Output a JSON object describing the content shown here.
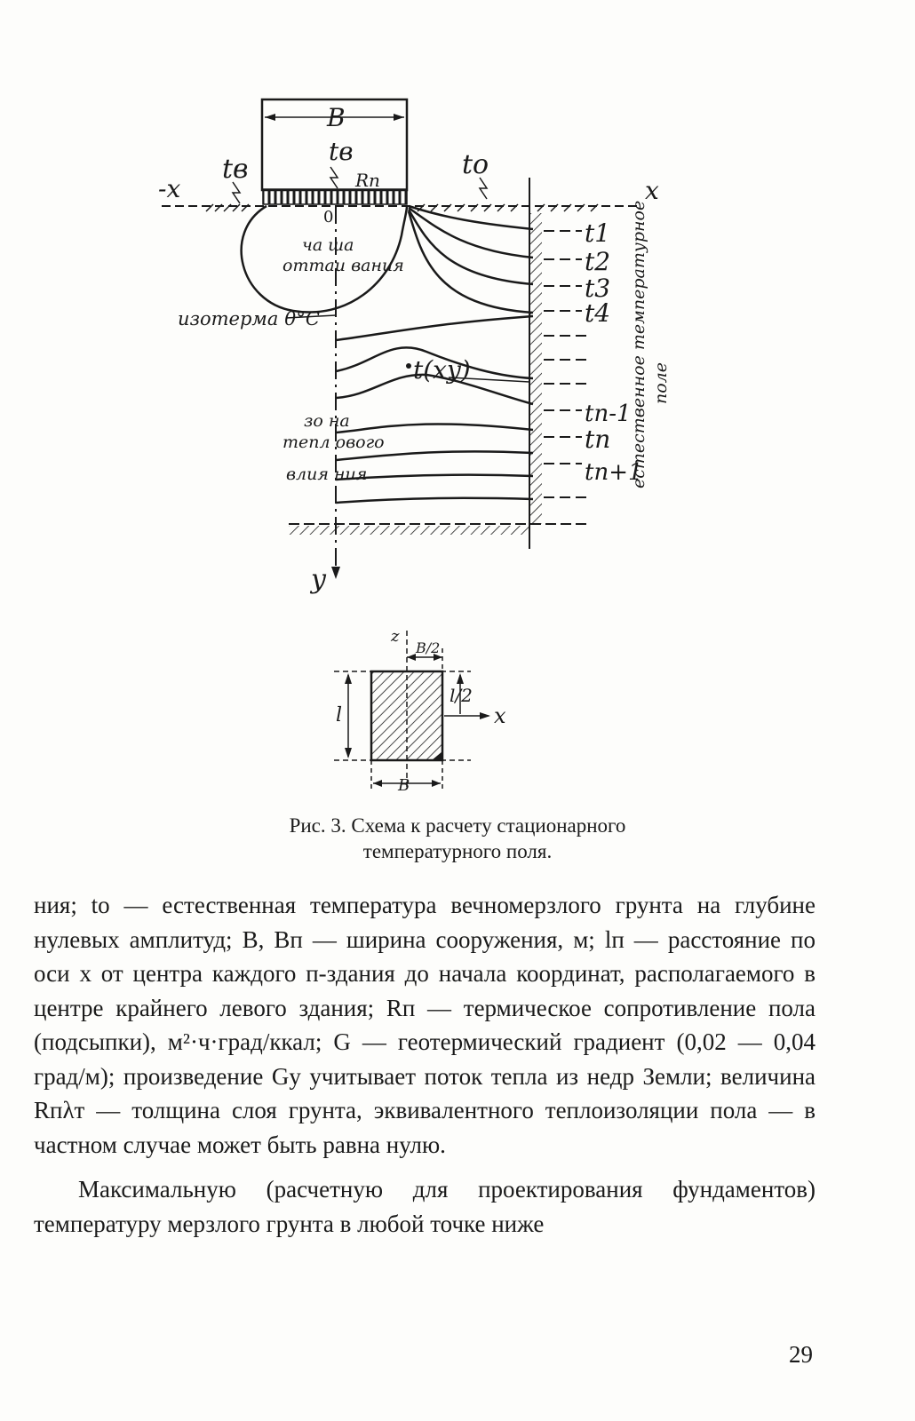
{
  "figure": {
    "labels": {
      "B": "B",
      "tv": "tв",
      "tv_left": "tв",
      "t0": "tо",
      "Rp": "Rп",
      "neg_x": "-x",
      "x": "x",
      "origin": "0",
      "thaw_bowl_1": "ча ша",
      "thaw_bowl_2": "оттаи вания",
      "isotherm": "изотерма 0°C",
      "t_xy": "t(xy)",
      "zone_1": "зо на",
      "zone_2": "тепл ового",
      "zone_3": "влия ния",
      "y": "y",
      "natural_field_1": "естественное температурное",
      "natural_field_2": "поле",
      "t1": "t1",
      "t2": "t2",
      "t3": "t3",
      "t4": "t4",
      "tn_minus_1": "tn-1",
      "tn": "tn",
      "tn_plus_1": "tn+1"
    },
    "small": {
      "z": "z",
      "B_half": "B/2",
      "l_half": "l/2",
      "l": "l",
      "x": "x",
      "B": "B"
    }
  },
  "caption": {
    "line1": "Рис. 3. Схема к расчету стационарного",
    "line2": "температурного поля."
  },
  "body": {
    "paragraph1": "ния; tо — естественная температура вечномерзлого грунта на глубине нулевых амплитуд; B, Bп — ширина сооружения, м; lп — расстояние по оси x от центра каждого п-здания до начала координат, располагаемого в центре крайнего левого здания; Rп — термическое сопротивление пола (подсыпки), м²·ч·град/ккал; G — геотермический градиент (0,02 — 0,04 град/м); произведение Gy учитывает поток тепла из недр Земли; величина Rпλт — толщина слоя грунта, эквивалентного теплоизоляции пола — в частном случае может быть равна нулю.",
    "paragraph2": "Максимальную (расчетную для проектирования фундаментов) температуру мерзлого грунта в любой точке ниже"
  },
  "page_number": "29"
}
